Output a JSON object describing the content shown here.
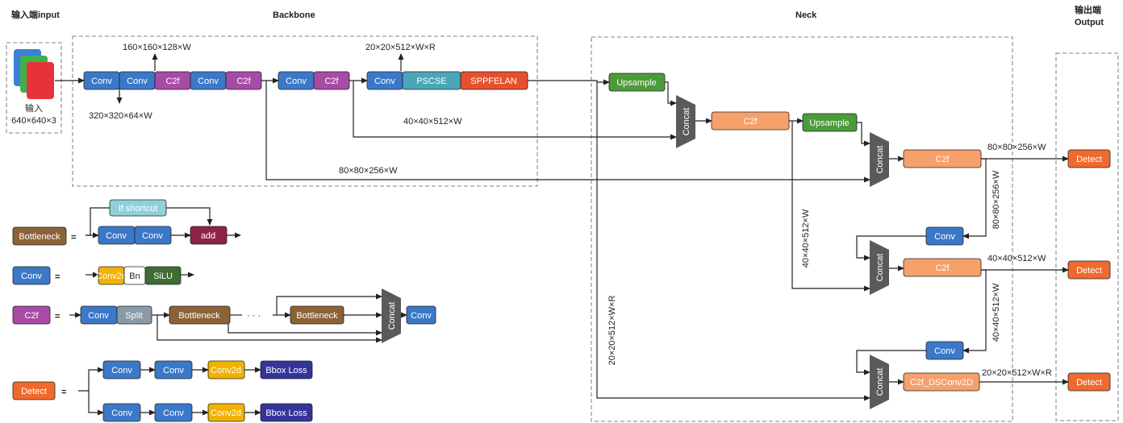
{
  "colors": {
    "conv": "#3c78c8",
    "c2f_purple": "#a64ca6",
    "pscse": "#49a6b8",
    "sppfelan": "#e8502d",
    "upsample": "#4c9b3a",
    "c2f_orange": "#f6a06c",
    "concat": "#5a5a5a",
    "detect": "#ef6a2e",
    "bottleneck": "#8c6236",
    "shortcut": "#8fd0da",
    "add": "#8f2348",
    "conv2d": "#f1b200",
    "bn": "#ffffff",
    "silu": "#3f6d32",
    "split": "#8a9aa8",
    "bbox": "#35349b",
    "stroke": "#222222",
    "dashed": "#9a9a9a",
    "input_blue": "#3b7fd9",
    "input_green": "#3fb04b",
    "input_red": "#e8323a"
  },
  "sections": {
    "input": "输入端input",
    "backbone": "Backbone",
    "neck": "Neck",
    "output_cn": "输出端",
    "output_en": "Output"
  },
  "input": {
    "label": "输入",
    "size": "640×640×3"
  },
  "blocks": {
    "conv": "Conv",
    "c2f": "C2f",
    "pscse": "PSCSE",
    "sppfelan": "SPPFELAN",
    "upsample": "Upsample",
    "concat": "Concat",
    "detect": "Detect",
    "c2f_dsconv2d": "C2f_DSConv2D",
    "bottleneck": "Bottleneck",
    "if_shortcut": "If shortcut",
    "add": "add",
    "conv2d": "Conv2d",
    "bn": "Bn",
    "silu": "SiLU",
    "split": "Split",
    "bbox_loss": "Bbox Loss",
    "dots": "· · ·",
    "equals": "="
  },
  "dims": {
    "d160": "160×160×128×W",
    "d320": "320×320×64×W",
    "d20r": "20×20×512×W×R",
    "d40": "40×40×512×W",
    "d80": "80×80×256×W"
  }
}
